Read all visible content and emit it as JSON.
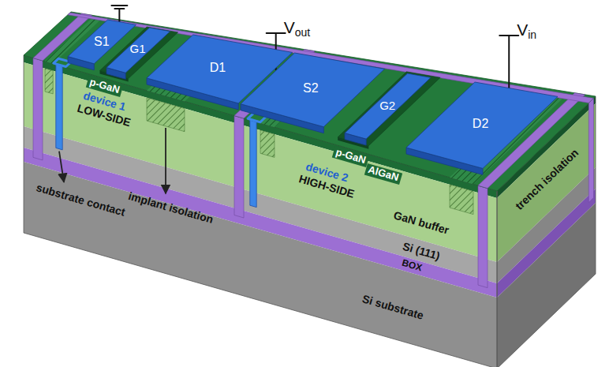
{
  "diagram": {
    "nodes": [
      {
        "text": [
          "S1"
        ]
      },
      {
        "text": [
          "G1"
        ]
      },
      {
        "text": [
          "D1"
        ]
      },
      {
        "text": [
          "S2"
        ]
      },
      {
        "text": [
          "G2"
        ]
      },
      {
        "text": [
          "D2"
        ]
      }
    ],
    "labels": [
      "V",
      "out",
      "V",
      "in",
      "p-GaN",
      "device 1",
      "LOW-SIDE",
      "p-GaN",
      "AlGaN",
      "device 2",
      "HIGH-SIDE",
      "GaN buffer",
      "Si (111)",
      "BOX",
      "Si substrate",
      "substrate contact",
      "implant isolation",
      "trench isolation"
    ]
  }
}
